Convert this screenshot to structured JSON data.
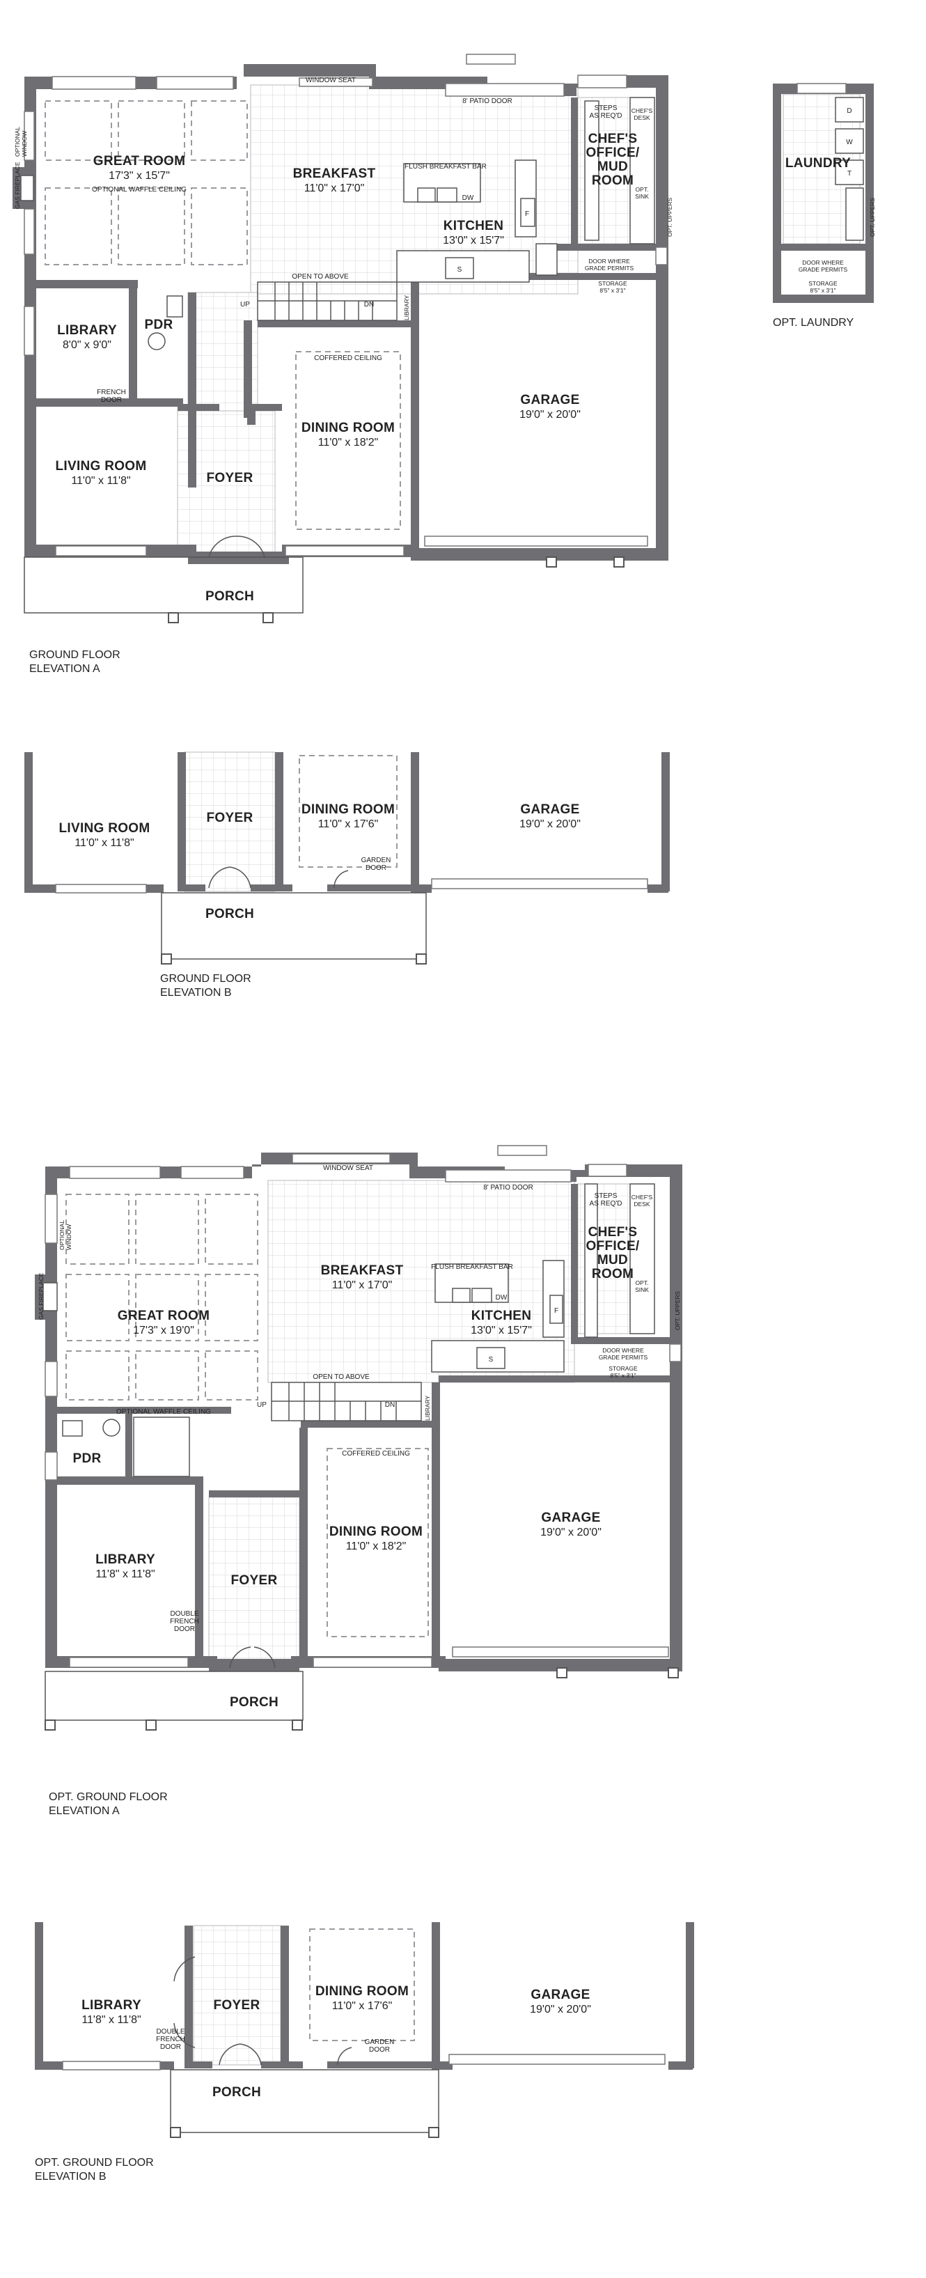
{
  "plans": {
    "ground_a": {
      "caption": [
        "GROUND FLOOR",
        "ELEVATION A"
      ],
      "rooms": {
        "great_room": {
          "name": "GREAT ROOM",
          "dim": "17'3\" x 15'7\""
        },
        "breakfast": {
          "name": "BREAKFAST",
          "dim": "11'0\" x 17'0\""
        },
        "kitchen": {
          "name": "KITCHEN",
          "dim": "13'0\" x 15'7\""
        },
        "chefs_office": {
          "name": [
            "CHEF'S",
            "OFFICE/",
            "MUD",
            "ROOM"
          ]
        },
        "library": {
          "name": "LIBRARY",
          "dim": "8'0\" x 9'0\""
        },
        "pdr": {
          "name": "PDR"
        },
        "living_room": {
          "name": "LIVING ROOM",
          "dim": "11'0\" x 11'8\""
        },
        "foyer": {
          "name": "FOYER"
        },
        "dining_room": {
          "name": "DINING ROOM",
          "dim": "11'0\" x 18'2\""
        },
        "garage": {
          "name": "GARAGE",
          "dim": "19'0\" x 20'0\""
        },
        "porch": {
          "name": "PORCH"
        }
      },
      "notes": {
        "window_seat": "WINDOW SEAT",
        "patio_door": "8' PATIO DOOR",
        "optional_waffle": "OPTIONAL WAFFLE CEILING",
        "flush_bar": "FLUSH BREAKFAST BAR",
        "dw": "DW",
        "fridge": "F",
        "sink": "S",
        "steps": [
          "STEPS",
          "AS REQ'D"
        ],
        "chefs_desk": [
          "CHEF'S",
          "DESK"
        ],
        "opt_sink": [
          "OPT.",
          "SINK"
        ],
        "opt_uppers": "OPT. UPPERS",
        "open_to_above": "OPEN TO ABOVE",
        "up": "UP",
        "dn": "DN",
        "library_stair": "LIBRARY",
        "coffered": "COFFERED CEILING",
        "french_door": [
          "FRENCH",
          "DOOR"
        ],
        "door_grade": [
          "DOOR WHERE",
          "GRADE PERMITS"
        ],
        "storage": [
          "STORAGE",
          "8'5\" x 3'1\""
        ],
        "gas_fireplace": "GAS FIREPLACE",
        "optional_window": [
          "OPTIONAL",
          "WINDOW"
        ]
      }
    },
    "opt_laundry": {
      "caption": "OPT. LAUNDRY",
      "rooms": {
        "laundry": "LAUNDRY"
      },
      "notes": {
        "d": "D",
        "w": "W",
        "t": "T",
        "opt_uppers": "OPT. UPPERS",
        "door_grade": [
          "DOOR WHERE",
          "GRADE PERMITS"
        ],
        "storage": [
          "STORAGE",
          "8'5\" x 3'1\""
        ]
      }
    },
    "ground_b": {
      "caption": [
        "GROUND FLOOR",
        "ELEVATION B"
      ],
      "rooms": {
        "living_room": {
          "name": "LIVING ROOM",
          "dim": "11'0\" x 11'8\""
        },
        "foyer": {
          "name": "FOYER"
        },
        "dining_room": {
          "name": "DINING ROOM",
          "dim": "11'0\" x 17'6\""
        },
        "garage": {
          "name": "GARAGE",
          "dim": "19'0\" x 20'0\""
        },
        "porch": {
          "name": "PORCH"
        }
      },
      "notes": {
        "garden_door": [
          "GARDEN",
          "DOOR"
        ]
      }
    },
    "opt_ground_a": {
      "caption": [
        "OPT. GROUND FLOOR",
        "ELEVATION A"
      ],
      "rooms": {
        "great_room": {
          "name": "GREAT ROOM",
          "dim": "17'3\" x 19'0\""
        },
        "breakfast": {
          "name": "BREAKFAST",
          "dim": "11'0\" x 17'0\""
        },
        "kitchen": {
          "name": "KITCHEN",
          "dim": "13'0\" x 15'7\""
        },
        "chefs_office": {
          "name": [
            "CHEF'S",
            "OFFICE/",
            "MUD",
            "ROOM"
          ]
        },
        "pdr": {
          "name": "PDR"
        },
        "library": {
          "name": "LIBRARY",
          "dim": "11'8\" x 11'8\""
        },
        "foyer": {
          "name": "FOYER"
        },
        "dining_room": {
          "name": "DINING ROOM",
          "dim": "11'0\" x 18'2\""
        },
        "garage": {
          "name": "GARAGE",
          "dim": "19'0\" x 20'0\""
        },
        "porch": {
          "name": "PORCH"
        }
      },
      "notes": {
        "window_seat": "WINDOW SEAT",
        "patio_door": "8' PATIO DOOR",
        "optional_waffle": "OPTIONAL WAFFLE CEILING",
        "flush_bar": "FLUSH BREAKFAST BAR",
        "dw": "DW",
        "fridge": "F",
        "sink": "S",
        "steps": [
          "STEPS",
          "AS REQ'D"
        ],
        "chefs_desk": [
          "CHEF'S",
          "DESK"
        ],
        "opt_sink": [
          "OPT.",
          "SINK"
        ],
        "opt_uppers": "OPT. UPPERS",
        "open_to_above": "OPEN TO ABOVE",
        "up": "UP",
        "dn": "DN",
        "library_stair": "LIBRARY",
        "coffered": "COFFERED CEILING",
        "double_french": [
          "DOUBLE",
          "FRENCH",
          "DOOR"
        ],
        "door_grade": [
          "DOOR WHERE",
          "GRADE PERMITS"
        ],
        "storage": [
          "STORAGE",
          "8'5\" x 3'1\""
        ],
        "gas_fireplace": "GAS FIREPLACE",
        "optional_window": [
          "OPTIONAL",
          "WINDOW"
        ]
      }
    },
    "opt_ground_b": {
      "caption": [
        "OPT. GROUND FLOOR",
        "ELEVATION B"
      ],
      "rooms": {
        "library": {
          "name": "LIBRARY",
          "dim": "11'8\" x 11'8\""
        },
        "foyer": {
          "name": "FOYER"
        },
        "dining_room": {
          "name": "DINING ROOM",
          "dim": "11'0\" x 17'6\""
        },
        "garage": {
          "name": "GARAGE",
          "dim": "19'0\" x 20'0\""
        },
        "porch": {
          "name": "PORCH"
        }
      },
      "notes": {
        "double_french": [
          "DOUBLE",
          "FRENCH",
          "DOOR"
        ],
        "garden_door": [
          "GARDEN",
          "DOOR"
        ]
      }
    }
  },
  "colors": {
    "wall": "#6e6e73",
    "tile": "#d4d4d8",
    "text": "#222222"
  }
}
